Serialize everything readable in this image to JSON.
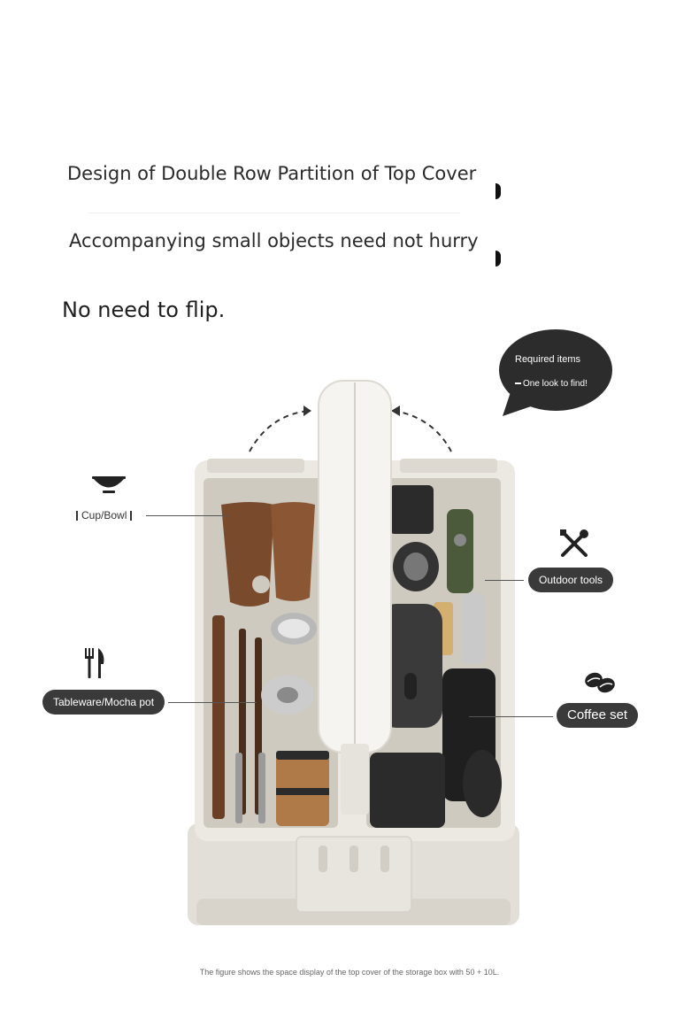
{
  "headlines": {
    "line1": "Design of Double Row Partition of Top Cover",
    "line2": "Accompanying small objects need not hurry",
    "line3": "No need to flip."
  },
  "speech_bubble": {
    "line1": "Required items",
    "line2": "One look to find!"
  },
  "labels": {
    "cup_bowl": "Cup/Bowl",
    "tableware": "Tableware/Mocha pot",
    "outdoor_tools": "Outdoor tools",
    "coffee_set": "Coffee set"
  },
  "icons": {
    "cup_bowl": "bowl-icon",
    "tableware": "fork-knife-icon",
    "outdoor_tools": "tools-icon",
    "coffee_set": "coffee-beans-icon"
  },
  "caption": "The figure shows the space display of the top cover of the storage box with 50 + 10L.",
  "colors": {
    "pill_bg": "#3a3a3a",
    "box_body": "#ece9e3",
    "wood": "#7a4a2c",
    "dark_item": "#2b2b2b"
  }
}
